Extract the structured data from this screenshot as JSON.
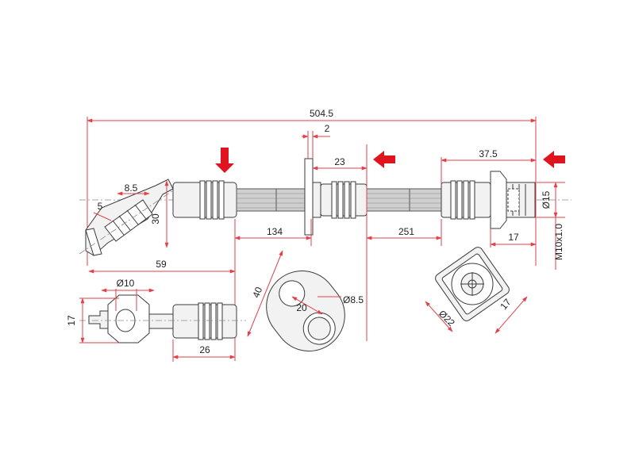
{
  "colors": {
    "dimension_line": "#e0414b",
    "arrow_fill": "#e0141e",
    "outline": "#3a3a3a",
    "hose_fill": "#cfcfcf",
    "text": "#222222"
  },
  "icons": {
    "arrow": "red-arrow-icon"
  },
  "dimensions": {
    "overall_length": "504.5",
    "bracket_thickness": "2",
    "bracket_to_clip": "23",
    "end_fitting_length": "37.5",
    "thread_diameter": "Ø15",
    "thread_spec": "M10x1.0",
    "hex_size_end": "17",
    "segment_left": "134",
    "segment_right": "251",
    "elbow_bore": "8.5",
    "elbow_tip": "5",
    "elbow_height": "30",
    "elbow_reach": "59",
    "banjo_bore": "Ø10",
    "banjo_width": "17",
    "banjo_fitting_length": "26",
    "bracket_height": "40",
    "bracket_hole_spacing": "20",
    "bracket_hole_diameter": "Ø8.5",
    "nut_diameter": "Ø22",
    "nut_hex": "17"
  }
}
